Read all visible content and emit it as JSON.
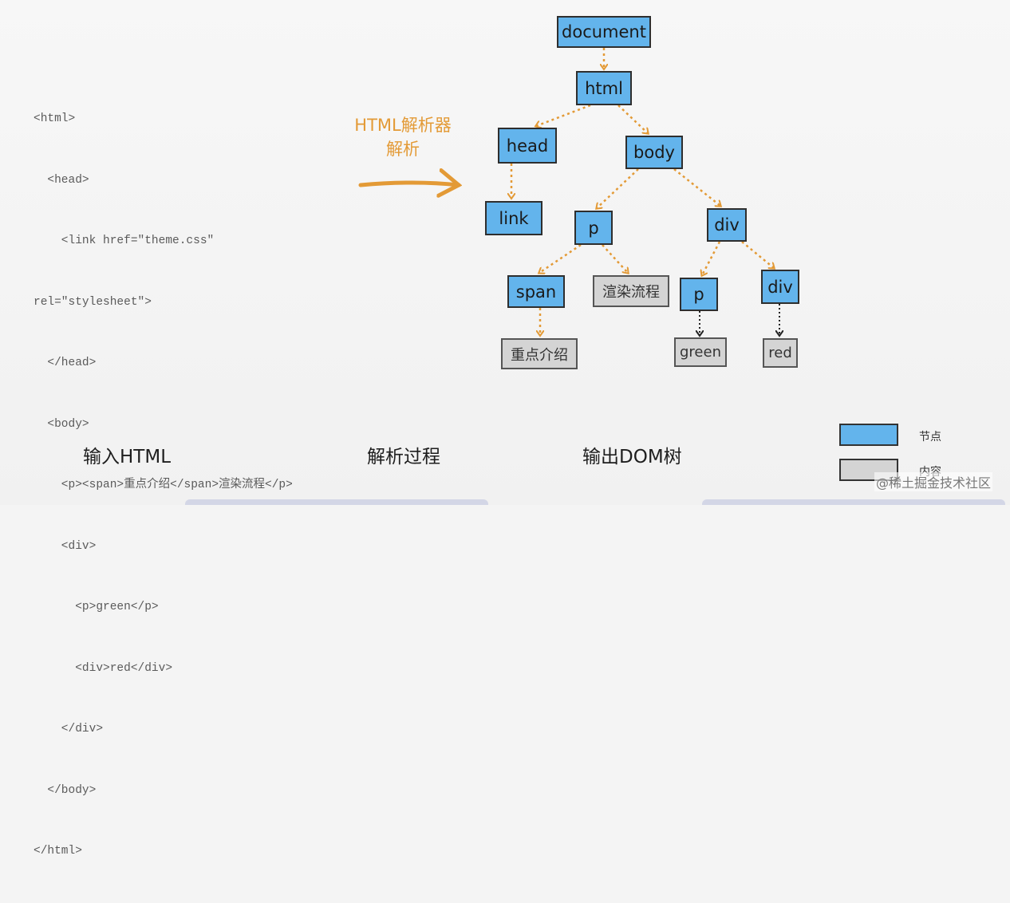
{
  "code_lines": [
    "<html>",
    "  <head>",
    "    <link href=\"theme.css\"",
    "rel=\"stylesheet\">",
    "  </head>",
    "  <body>",
    "    <p><span>重点介绍</span>渲染流程</p>",
    "    <div>",
    "      <p>green</p>",
    "      <div>red</div>",
    "    </div>",
    "  </body>",
    "</html>"
  ],
  "parser": {
    "line1": "HTML解析器",
    "line2": "解析"
  },
  "nodes": {
    "document": "document",
    "html": "html",
    "head": "head",
    "body": "body",
    "link": "link",
    "p": "p",
    "div": "div",
    "span": "span",
    "p2": "p",
    "div2": "div"
  },
  "content_nodes": {
    "render_flow": "渲染流程",
    "key_intro": "重点介绍",
    "green": "green",
    "red": "red"
  },
  "captions": {
    "input": "输入HTML",
    "process": "解析过程",
    "output": "输出DOM树"
  },
  "legend": {
    "node_label": "节点",
    "node_color": "#63b4ec",
    "content_label": "内容",
    "content_color": "#d4d4d4"
  },
  "colors": {
    "arrow": "#e39a36"
  },
  "watermark": "@稀土掘金技术社区"
}
